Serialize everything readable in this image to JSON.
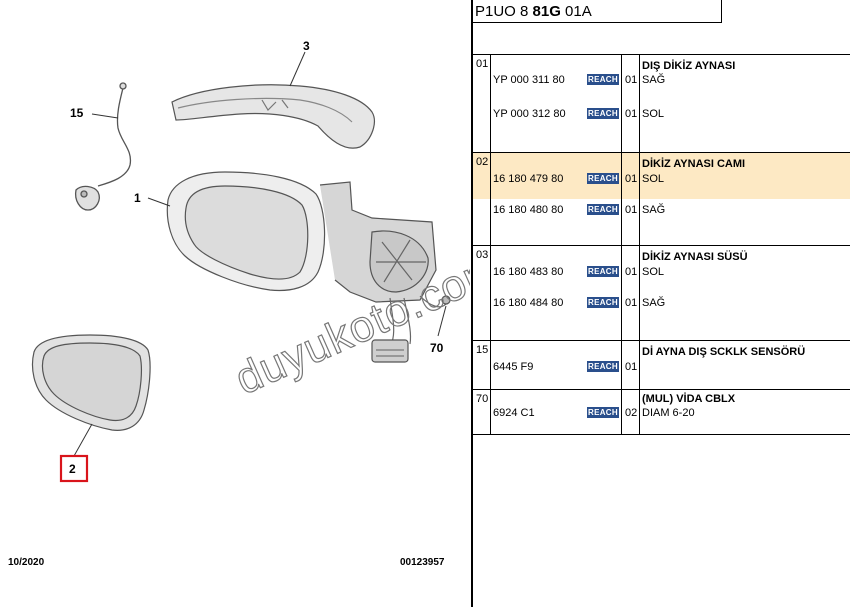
{
  "header": {
    "ref_prefix": "P1UO 8 ",
    "ref_bold": "81G",
    "ref_suffix": " 01A"
  },
  "diagram": {
    "labels": [
      "3",
      "15",
      "1",
      "70",
      "2"
    ],
    "date": "10/2020",
    "drawing_id": "00123957",
    "watermark": "duyukoto.com"
  },
  "badge": "REACH",
  "groups": [
    {
      "num": "01",
      "title": "DIŞ DİKİZ AYNASI",
      "rows": [
        {
          "pn": "YP 000 311 80",
          "qty": "01",
          "desc": "SAĞ"
        },
        {
          "pn": "YP 000 312 80",
          "qty": "01",
          "desc": "SOL"
        }
      ]
    },
    {
      "num": "02",
      "title": "DİKİZ AYNASI CAMI",
      "rows": [
        {
          "pn": "16 180 479 80",
          "qty": "01",
          "desc": "SOL"
        },
        {
          "pn": "16 180 480 80",
          "qty": "01",
          "desc": "SAĞ"
        }
      ]
    },
    {
      "num": "03",
      "title": "DİKİZ AYNASI SÜSÜ",
      "rows": [
        {
          "pn": "16 180 483 80",
          "qty": "01",
          "desc": "SOL"
        },
        {
          "pn": "16 180 484 80",
          "qty": "01",
          "desc": "SAĞ"
        }
      ]
    },
    {
      "num": "15",
      "title": "Dİ AYNA DIŞ SCKLK SENSÖRÜ",
      "rows": [
        {
          "pn": "6445 F9",
          "qty": "01",
          "desc": ""
        }
      ]
    },
    {
      "num": "70",
      "title": "(MUL) VİDA CBLX",
      "rows": [
        {
          "pn": "6924 C1",
          "qty": "02",
          "desc": "DIAM 6-20"
        }
      ]
    }
  ],
  "colors": {
    "highlight": "#fde9c4",
    "reach_badge": "#2a4f8c",
    "callout_box": "#d9141b"
  }
}
